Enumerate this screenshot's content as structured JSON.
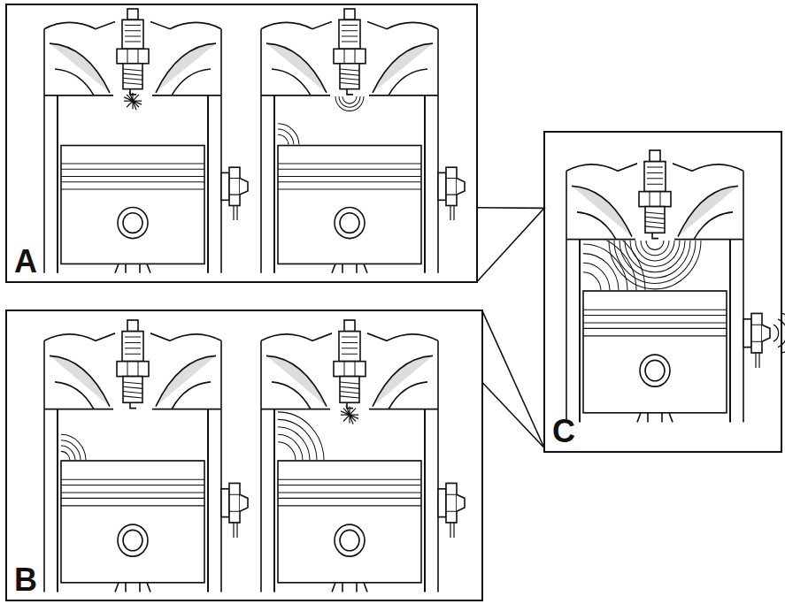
{
  "diagram": {
    "nodes": [
      {
        "text": [
          "A"
        ]
      },
      {
        "text": [
          "B"
        ]
      },
      {
        "text": [
          "C"
        ]
      }
    ],
    "edges": [
      {
        "from": 0,
        "to": 2,
        "arrow": "none"
      },
      {
        "from": 1,
        "to": 2,
        "arrow": "none"
      }
    ]
  }
}
